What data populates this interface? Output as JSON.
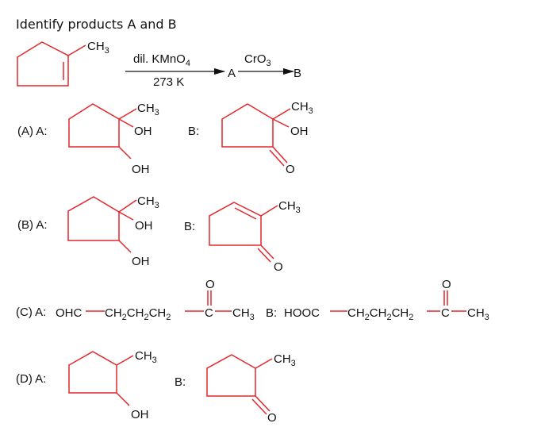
{
  "title": "Identify products A and B",
  "reaction": {
    "substituent": "CH3",
    "reagent1_top": "dil. KMnO4",
    "reagent1_bottom": "273 K",
    "intermediate": "A",
    "reagent2": "CrO3",
    "product": "B"
  },
  "options": {
    "a": {
      "label": "(A) A:",
      "a_ch3": "CH3",
      "a_oh1": "OH",
      "a_oh2": "OH",
      "b_label": "B:",
      "b_ch3": "CH3",
      "b_oh": "OH",
      "b_o": "O"
    },
    "b": {
      "label": "(B) A:",
      "a_ch3": "CH3",
      "a_oh1": "OH",
      "a_oh2": "OH",
      "b_label": "B:",
      "b_ch3": "CH3",
      "b_o": "O"
    },
    "c": {
      "label": "(C) A:",
      "a_p1": "OHC",
      "a_p2": "CH2CH2CH2",
      "a_c": "C",
      "a_o": "O",
      "a_p3": "CH3",
      "b_label": "B:",
      "b_p1": "HOOC",
      "b_p2": "CH2CH2CH2",
      "b_c": "C",
      "b_o": "O",
      "b_p3": "CH3"
    },
    "d": {
      "label": "(D) A:",
      "a_ch3": "CH3",
      "a_oh": "OH",
      "b_label": "B:",
      "b_ch3": "CH3",
      "b_o": "O"
    }
  },
  "colors": {
    "bond": "#e3262b",
    "text": "#111111"
  }
}
